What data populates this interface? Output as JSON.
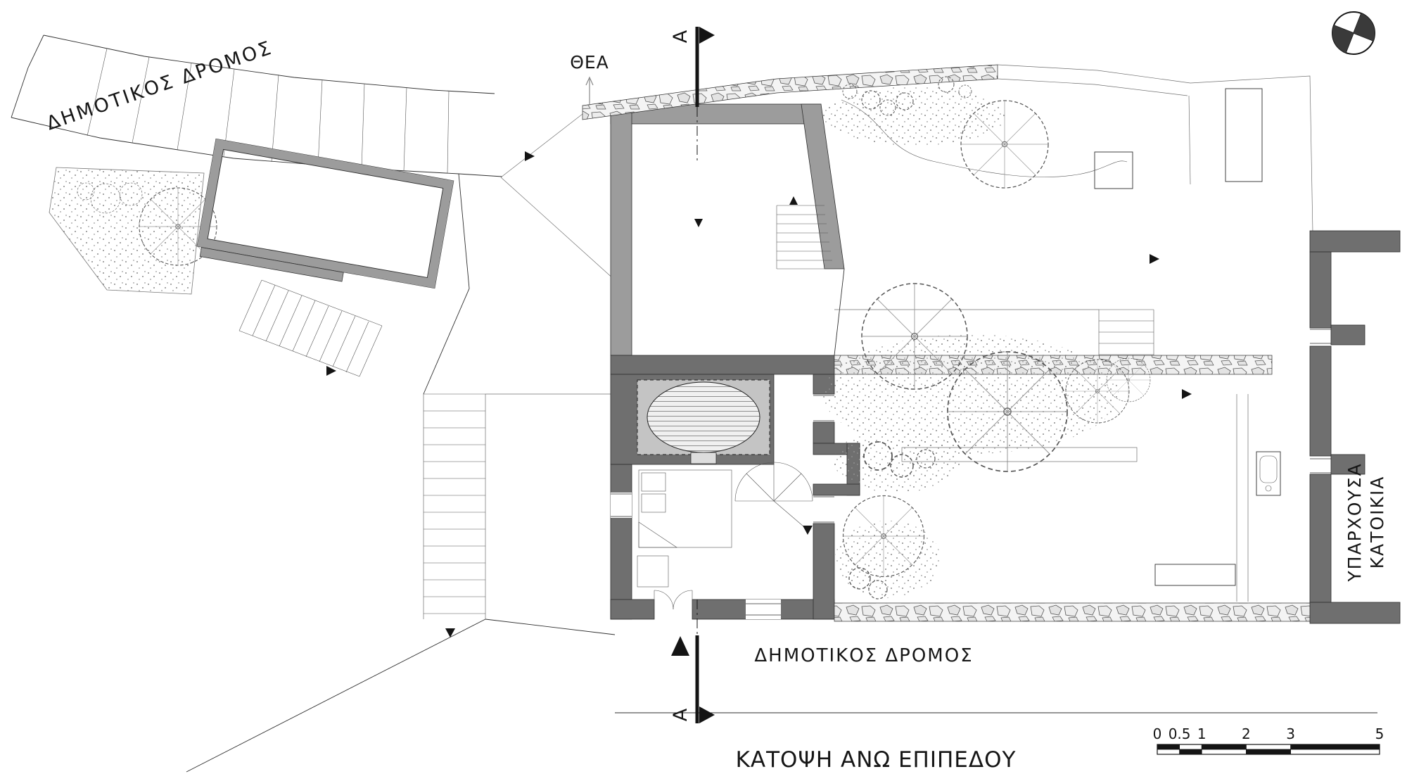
{
  "title": "ΚΑΤΟΨΗ ΑΝΩ ΕΠΙΠΕΔΟΥ",
  "labels": {
    "road_upper": "ΔΗΜΟΤΙΚΟΣ ΔΡΟΜΟΣ",
    "road_lower": "ΔΗΜΟΤΙΚΟΣ  ΔΡΟΜΟΣ",
    "view": "ΘΕΑ",
    "existing_residence_line1": "ΥΠΑΡΧΟΥΣΑ",
    "existing_residence_line2": "ΚΑΤΟΙΚΙΑ",
    "section_marker": "Α"
  },
  "scalebar": {
    "labels": [
      "0",
      "0.5",
      "1",
      "2",
      "3",
      "5"
    ]
  },
  "colors": {
    "wallDark": "#6f6f6f",
    "wallMedium": "#9c9c9c",
    "wallLight": "#c9c9c9",
    "lineColor": "#161616",
    "paper": "#ffffff"
  }
}
